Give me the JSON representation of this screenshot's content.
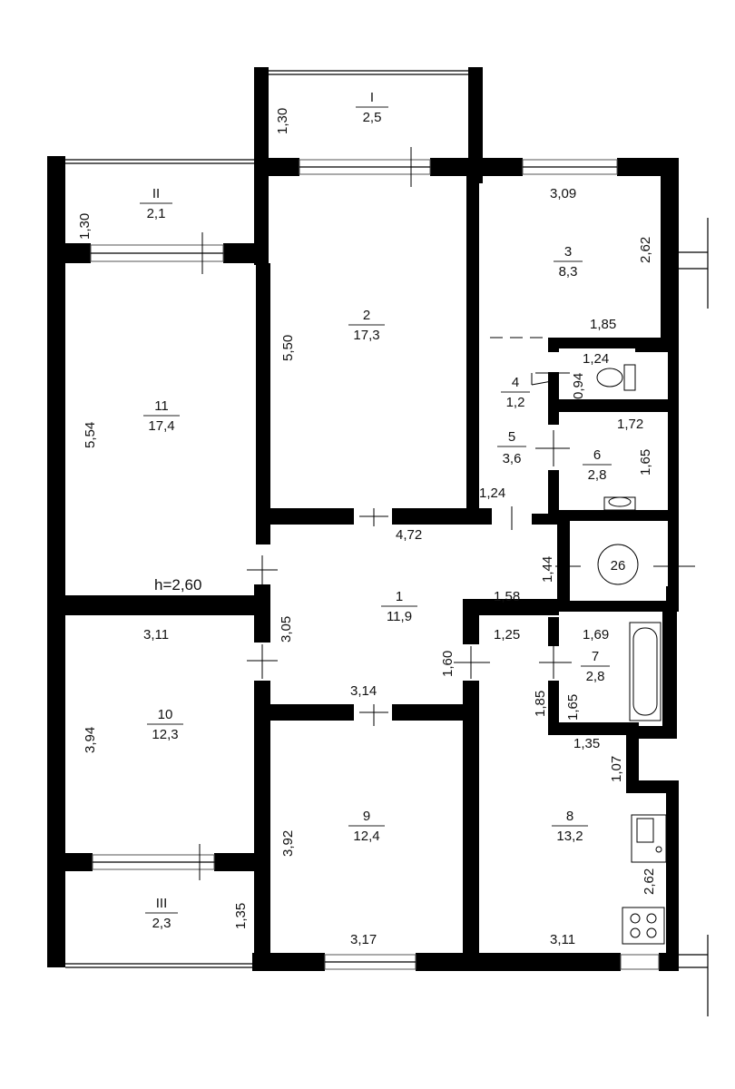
{
  "rooms": [
    {
      "id": "I",
      "no": "I",
      "area": "2,5"
    },
    {
      "id": "II",
      "no": "II",
      "area": "2,1"
    },
    {
      "id": "III",
      "no": "III",
      "area": "2,3"
    },
    {
      "id": "1",
      "no": "1",
      "area": "11,9"
    },
    {
      "id": "2",
      "no": "2",
      "area": "17,3"
    },
    {
      "id": "3",
      "no": "3",
      "area": "8,3"
    },
    {
      "id": "4",
      "no": "4",
      "area": "1,2"
    },
    {
      "id": "5",
      "no": "5",
      "area": "3,6"
    },
    {
      "id": "6",
      "no": "6",
      "area": "2,8"
    },
    {
      "id": "7",
      "no": "7",
      "area": "2,8"
    },
    {
      "id": "8",
      "no": "8",
      "area": "13,2"
    },
    {
      "id": "9",
      "no": "9",
      "area": "12,4"
    },
    {
      "id": "10",
      "no": "10",
      "area": "12,3"
    },
    {
      "id": "11",
      "no": "11",
      "area": "17,4"
    }
  ],
  "dimensions": {
    "d_130_a": "1,30",
    "d_130_b": "1,30",
    "d_309": "3,09",
    "d_262_a": "2,62",
    "d_550": "5,50",
    "d_185_a": "1,85",
    "d_124_a": "1,24",
    "d_094": "0,94",
    "d_554": "5,54",
    "d_172": "1,72",
    "d_165_a": "1,65",
    "d_124_b": "1,24",
    "d_472": "4,72",
    "d_144": "1,44",
    "d_260": "h=2,60",
    "d_305": "3,05",
    "d_158": "1,58",
    "d_311_a": "3,11",
    "d_125": "1,25",
    "d_169": "1,69",
    "d_160": "1,60",
    "d_314": "3,14",
    "d_185_b": "1,85",
    "d_165_b": "1,65",
    "d_394": "3,94",
    "d_135_a": "1,35",
    "d_107": "1,07",
    "d_392": "3,92",
    "d_262_b": "2,62",
    "d_135_b": "1,35",
    "d_317": "3,17",
    "d_311_b": "3,11"
  },
  "riser": {
    "label": "26"
  }
}
